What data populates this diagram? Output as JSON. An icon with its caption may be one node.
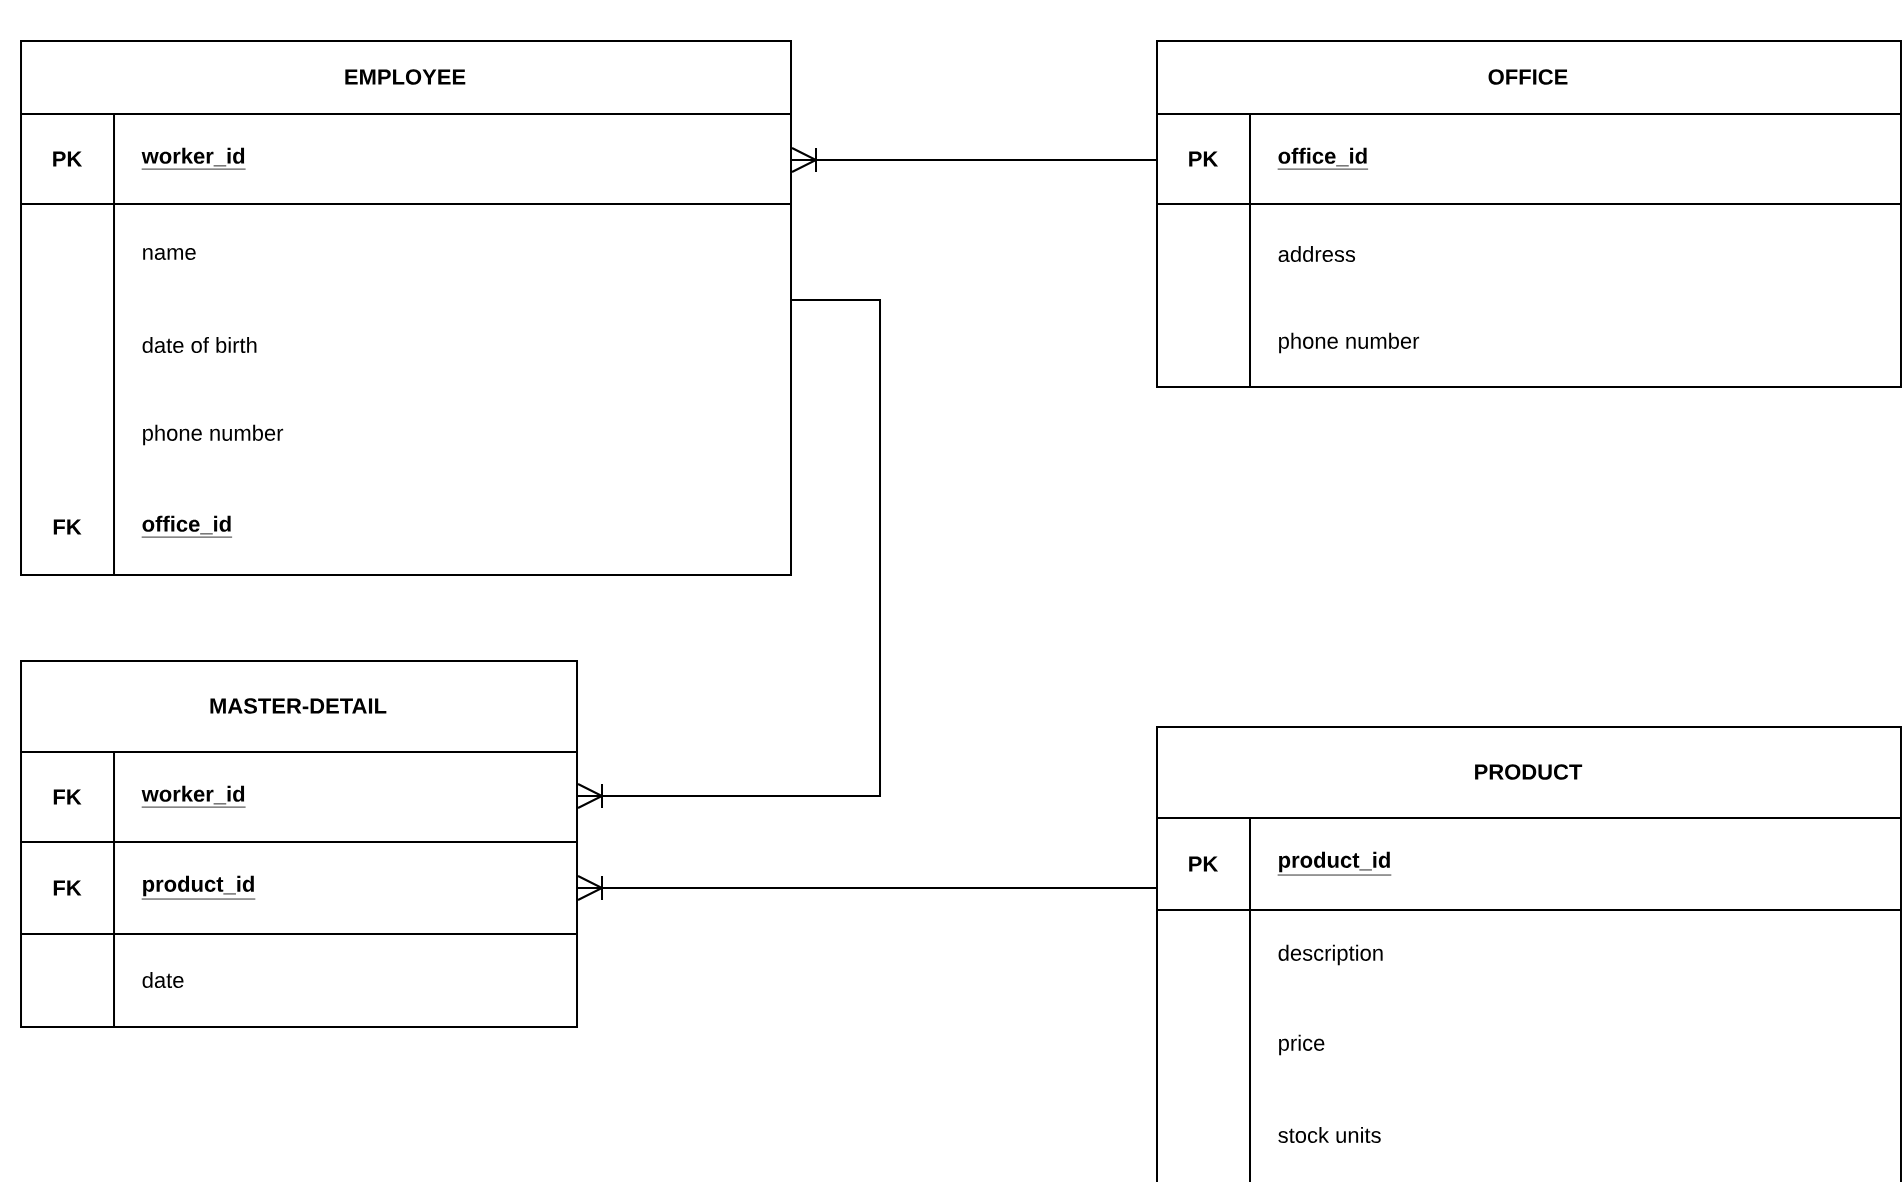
{
  "diagram": {
    "nodes": [
      {
        "text": [
          "EMPLOYEE"
        ]
      },
      {
        "text": [
          "PK",
          "worker_id"
        ],
        "in": 0
      },
      {
        "text": [
          "name"
        ],
        "in": 0
      },
      {
        "text": [
          "date of birth"
        ],
        "in": 0
      },
      {
        "text": [
          "phone number"
        ],
        "in": 0
      },
      {
        "text": [
          "FK",
          "office_id"
        ],
        "in": 0
      },
      {
        "text": [
          "OFFICE"
        ]
      },
      {
        "text": [
          "PK",
          "office_id"
        ],
        "in": 6
      },
      {
        "text": [
          "address"
        ],
        "in": 6
      },
      {
        "text": [
          "phone number"
        ],
        "in": 6
      },
      {
        "text": [
          "MASTER-DETAIL"
        ]
      },
      {
        "text": [
          "FK",
          "worker_id"
        ],
        "in": 10
      },
      {
        "text": [
          "FK",
          "product_id"
        ],
        "in": 10
      },
      {
        "text": [
          "date"
        ],
        "in": 10
      },
      {
        "text": [
          "PRODUCT"
        ]
      },
      {
        "text": [
          "PK",
          "product_id"
        ],
        "in": 14
      },
      {
        "text": [
          "description"
        ],
        "in": 14
      },
      {
        "text": [
          "price"
        ],
        "in": 14
      },
      {
        "text": [
          "stock units"
        ],
        "in": 14
      }
    ],
    "edges": [
      {
        "from": 6,
        "to": 0,
        "arrow": "other"
      },
      {
        "from": 0,
        "to": 10,
        "arrow": "other"
      },
      {
        "from": 14,
        "to": 10,
        "arrow": "other"
      }
    ]
  }
}
